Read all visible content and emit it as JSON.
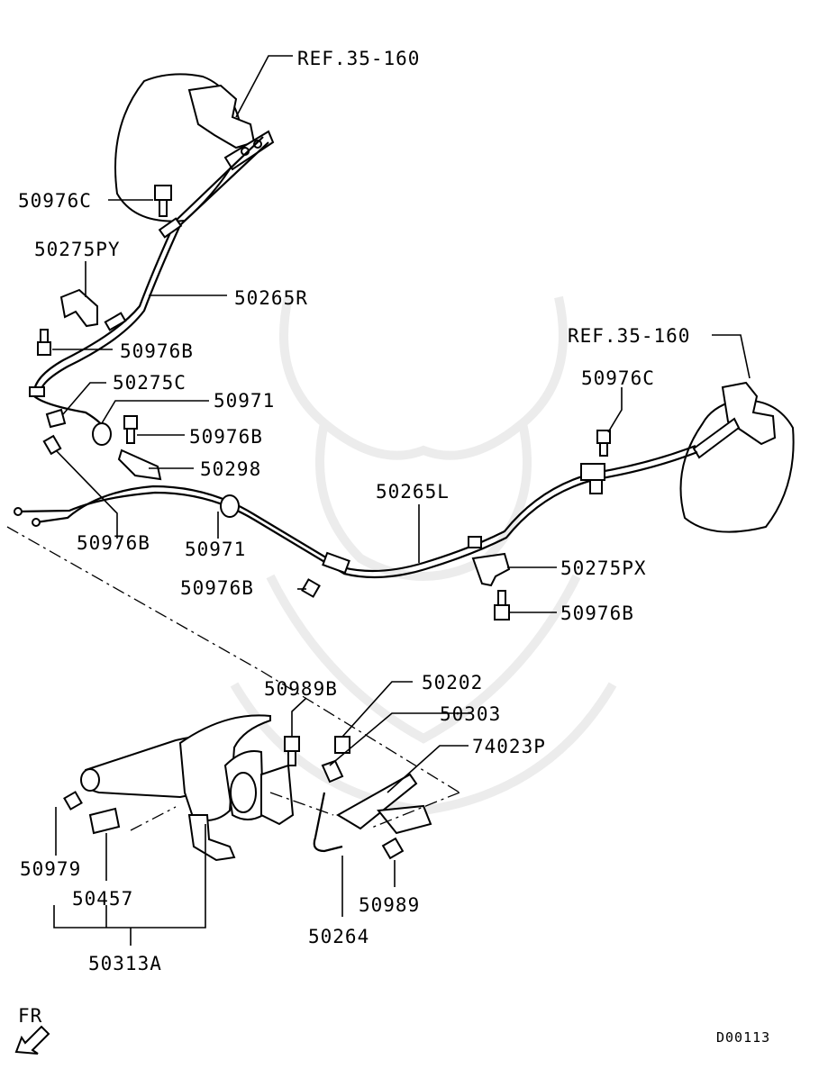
{
  "diagram": {
    "code": "D00113",
    "direction_label": "FR",
    "callouts": {
      "ref_top": "REF.35-160",
      "ref_right": "REF.35-160",
      "c50976C_top": "50976C",
      "c50275PY": "50275PY",
      "c50265R": "50265R",
      "c50976B_a": "50976B",
      "c50275C": "50275C",
      "c50971_a": "50971",
      "c50976B_b": "50976B",
      "c50298": "50298",
      "c50265L": "50265L",
      "c50976C_right": "50976C",
      "c50976B_c": "50976B",
      "c50971_b": "50971",
      "c50976B_d": "50976B",
      "c50275PX": "50275PX",
      "c50976B_e": "50976B",
      "c50989B": "50989B",
      "c50202": "50202",
      "c50303": "50303",
      "c74023P": "74023P",
      "c50979": "50979",
      "c50457": "50457",
      "c50313A": "50313A",
      "c50989": "50989",
      "c50264": "50264"
    }
  }
}
